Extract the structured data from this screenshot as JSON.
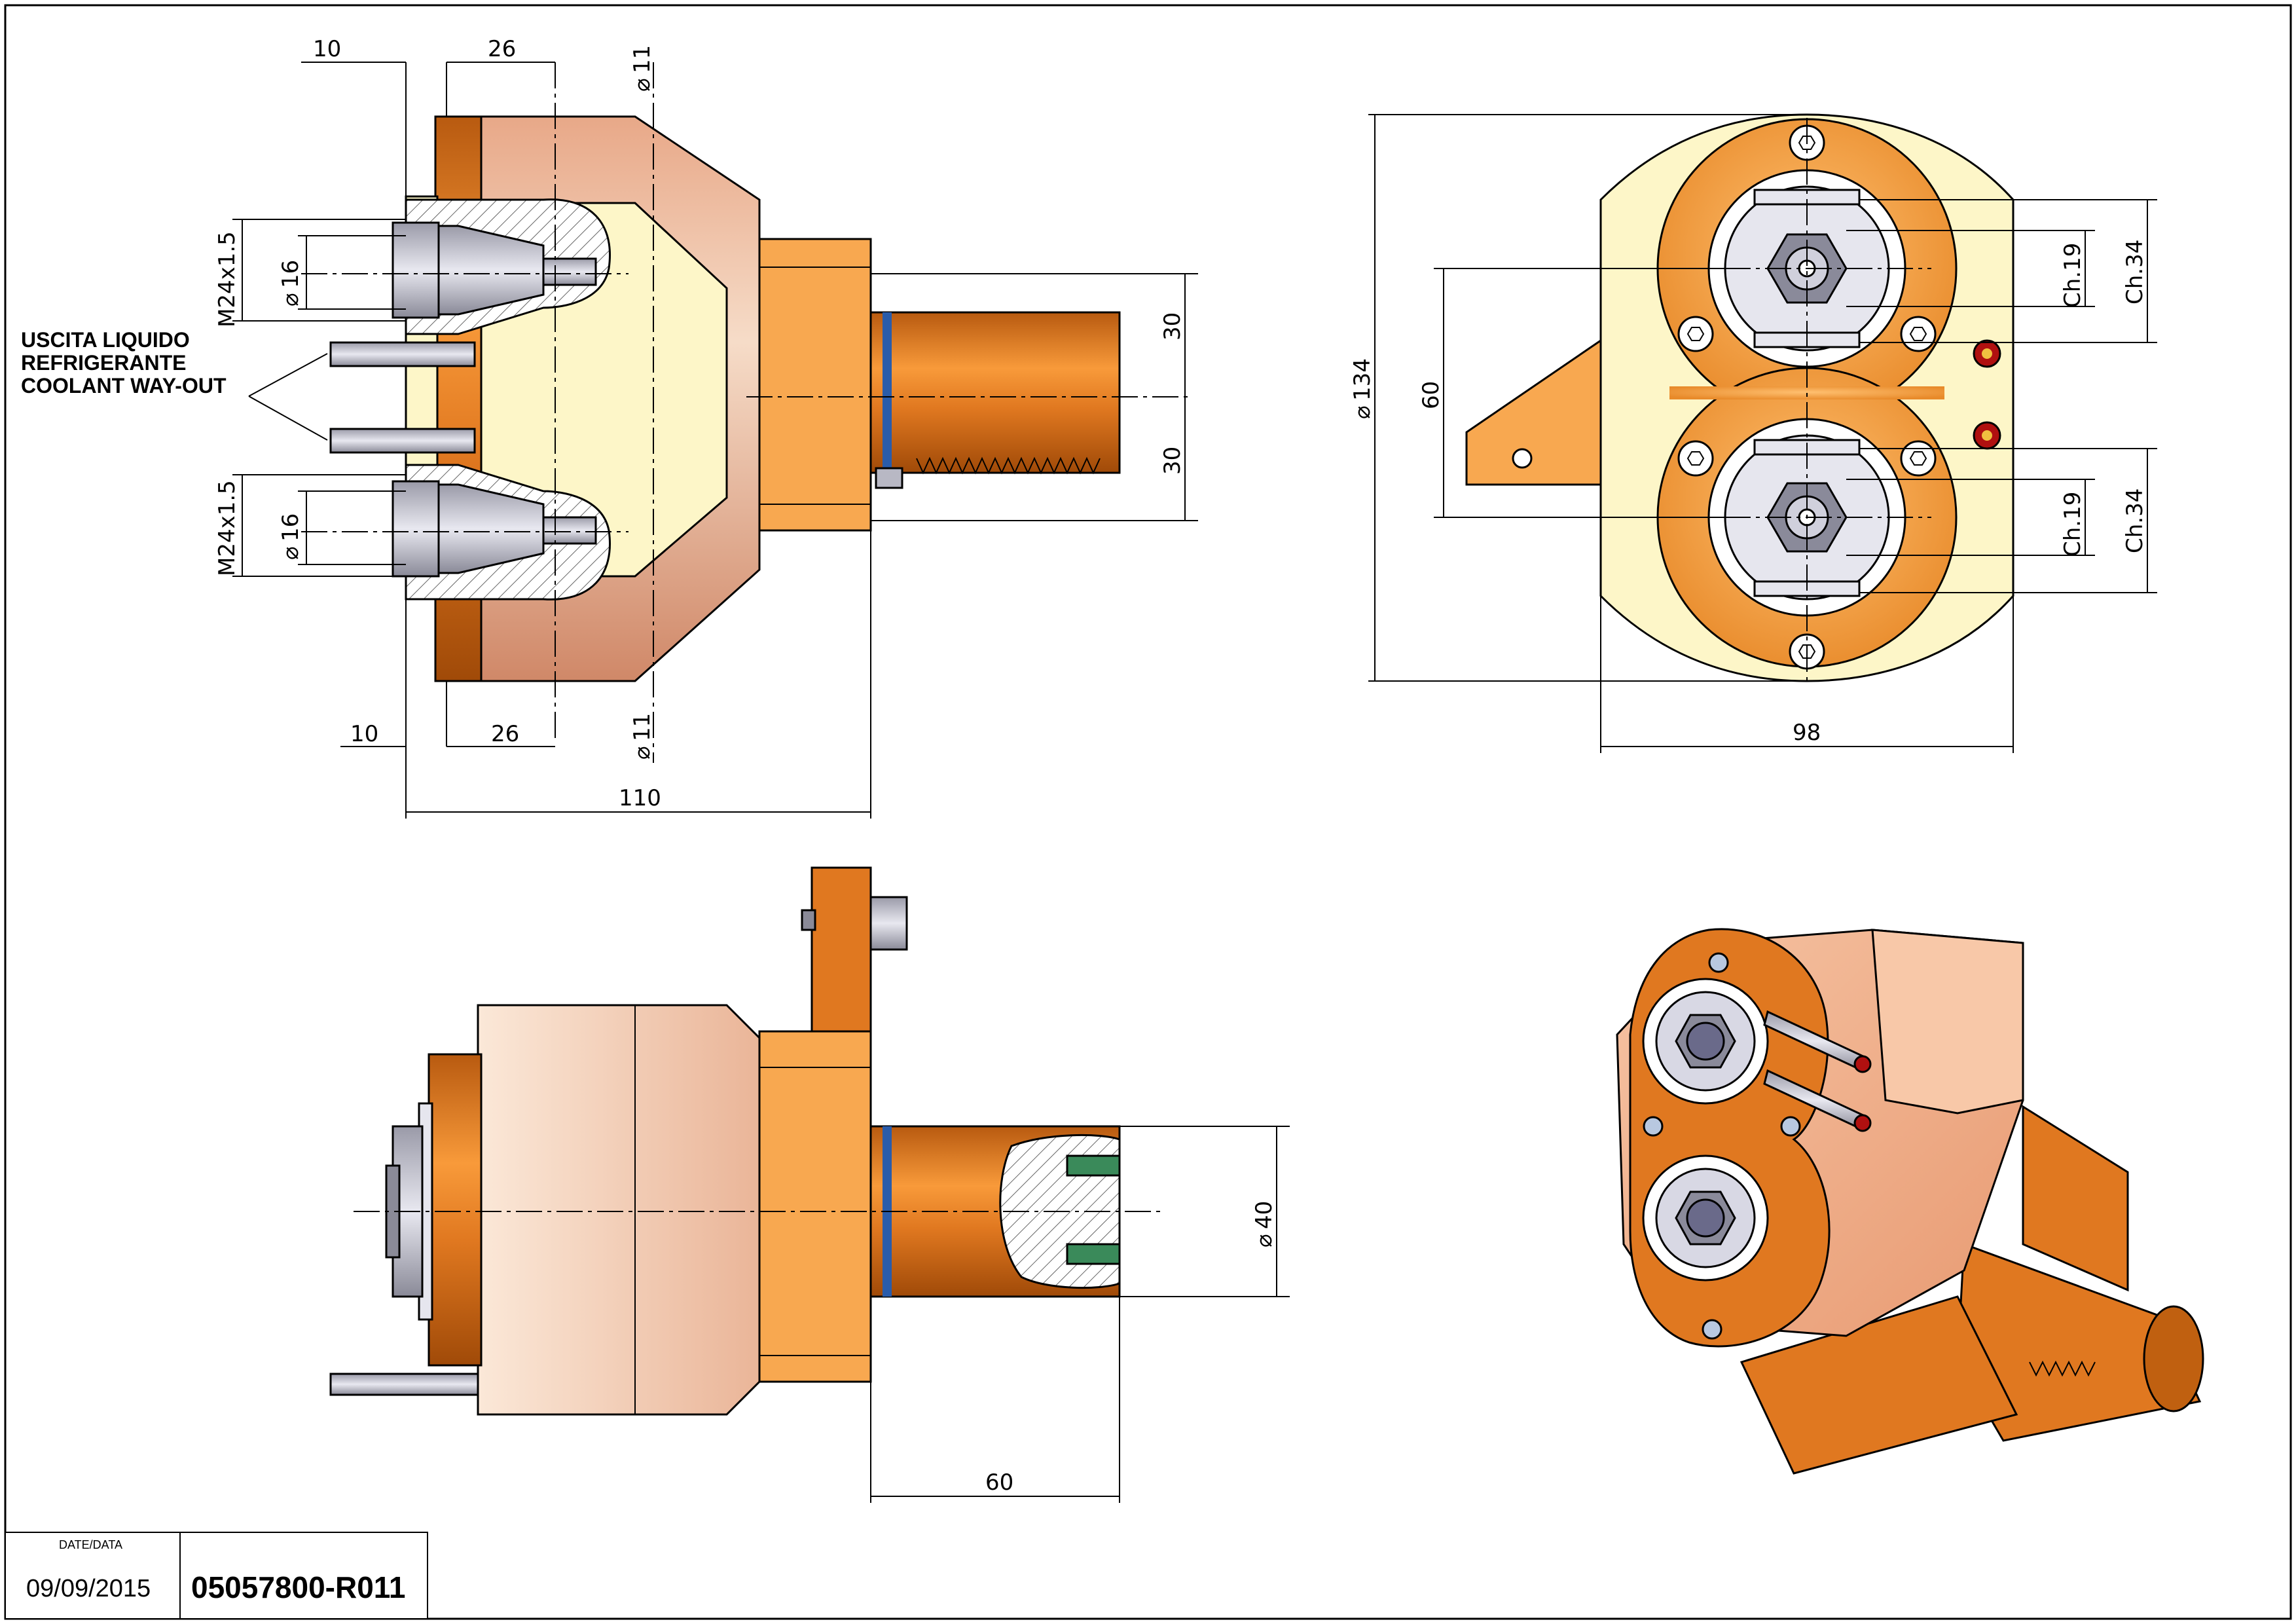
{
  "dimensions": {
    "top_left_10": "10",
    "top_26": "26",
    "top_dia11": "11",
    "thread_upper": "M24x1.5",
    "dia16_upper": "16",
    "right_30_upper": "30",
    "right_30_lower": "30",
    "thread_lower": "M24x1.5",
    "dia16_lower": "16",
    "bottom_left_10": "10",
    "bottom_26": "26",
    "bottom_dia11": "11",
    "overall_110": "110",
    "front_dia134": "134",
    "front_60": "60",
    "ch19_upper": "Ch.19",
    "ch34_upper": "Ch.34",
    "ch19_lower": "Ch.19",
    "ch34_lower": "Ch.34",
    "width_98": "98",
    "shank_dia40": "40",
    "shank_60": "60"
  },
  "note": {
    "line1": "USCITA LIQUIDO",
    "line2": "REFRIGERANTE",
    "line3": "COOLANT WAY-OUT"
  },
  "title_block": {
    "date_label": "DATE/DATA",
    "date": "09/09/2015",
    "code": "05057800-R011"
  },
  "colors": {
    "copper": "#e07820",
    "orange": "#f8a850",
    "salmon": "#e8a080",
    "cream": "#fdf6c8",
    "section": "#ffffff",
    "steel": "#b8b8c4",
    "seal": "#2a5caa"
  },
  "icons": {
    "diameter_symbol": "diameter-symbol-icon",
    "hex_nut": "hex-nut-icon",
    "hex_socket_screw": "hex-socket-screw-icon"
  }
}
